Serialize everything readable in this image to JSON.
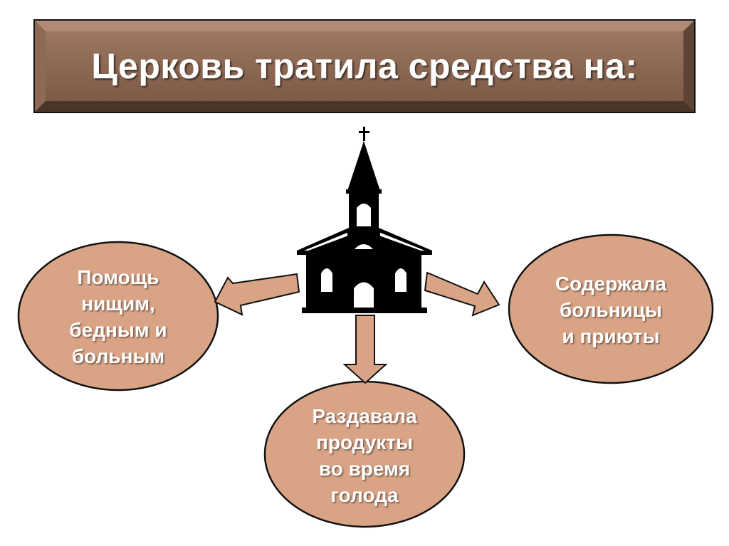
{
  "title": "Церковь тратила средства на:",
  "colors": {
    "frame": "#7a5a47",
    "frame_inner": "#a88068",
    "bubble_fill": "#d9a486",
    "outline": "#111111",
    "church": "#000000"
  },
  "icons": {
    "center": "church-icon"
  },
  "bubbles": {
    "left": {
      "lines": [
        "Помощь",
        "нищим,",
        "бедным и",
        "больным"
      ]
    },
    "right": {
      "lines": [
        "Содержала",
        "больницы",
        "и приюты"
      ]
    },
    "bottom": {
      "lines": [
        "Раздавала",
        "продукты",
        "во время",
        "голода"
      ]
    }
  }
}
